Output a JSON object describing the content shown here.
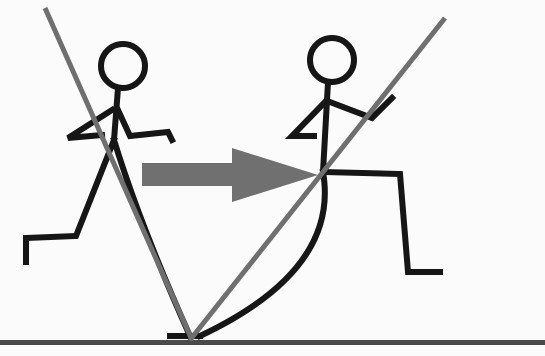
{
  "diagram": {
    "figures": [
      {
        "name": "left-stick-figure"
      },
      {
        "name": "right-stick-figure"
      }
    ],
    "arrow": {
      "direction": "right"
    },
    "colors": {
      "figure_stroke": "#161616",
      "rod_stroke": "#6f6f6f",
      "arrow_fill": "#707070",
      "ground": "#4a4a4a",
      "background": "#fbfbfb"
    }
  }
}
